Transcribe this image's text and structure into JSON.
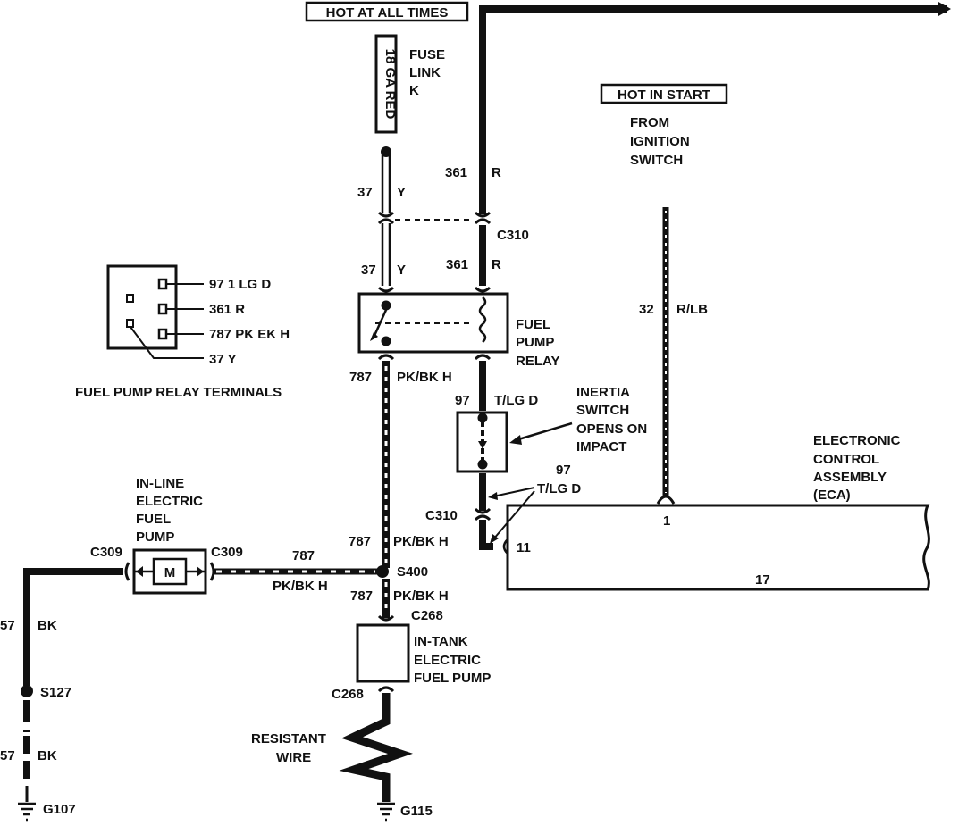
{
  "colors": {
    "ink": "#111111",
    "paper": "#ffffff"
  },
  "badges": {
    "hot_at_all_times": "HOT AT ALL TIMES",
    "hot_in_start": "HOT IN START"
  },
  "fuse": {
    "label_vertical": "18 GA RED",
    "name_line1": "FUSE",
    "name_line2": "LINK",
    "name_line3": "K"
  },
  "ignition": {
    "line1": "FROM",
    "line2": "IGNITION",
    "line3": "SWITCH"
  },
  "wires": {
    "w37_top_num": "37",
    "w37_top_color": "Y",
    "w361_top_num": "361",
    "w361_top_color": "R",
    "c310_top": "C310",
    "w37_mid_num": "37",
    "w37_mid_color": "Y",
    "w361_mid_num": "361",
    "w361_mid_color": "R",
    "w32_num": "32",
    "w32_color": "R/LB",
    "w787_top_num": "787",
    "w787_top_color": "PK/BK H",
    "w97_num": "97",
    "w97_color": "T/LG D",
    "w97_low_num": "97",
    "w97_low_color": "T/LG D",
    "c310_low": "C310",
    "w787_mid_num": "787",
    "w787_mid_color": "PK/BK H",
    "s400": "S400",
    "w787_low_num": "787",
    "w787_low_color": "PK/BK H",
    "c268_top": "C268",
    "c268_bottom": "C268",
    "w787_horiz_num": "787",
    "w787_horiz_color": "PK/BK H",
    "c309_left": "C309",
    "c309_right": "C309",
    "w57_top_num": "57",
    "w57_top_color": "BK",
    "s127": "S127",
    "w57_low_num": "57",
    "w57_low_color": "BK",
    "g107": "G107",
    "g115": "G115",
    "resistant_line1": "RESISTANT",
    "resistant_line2": "WIRE"
  },
  "relay": {
    "line1": "FUEL",
    "line2": "PUMP",
    "line3": "RELAY"
  },
  "inertia": {
    "line1": "INERTIA",
    "line2": "SWITCH",
    "line3": "OPENS ON",
    "line4": "IMPACT"
  },
  "relay_terminals": {
    "t1": "97 1 LG D",
    "t2": "361 R",
    "t3": "787 PK EK H",
    "t4": "37 Y",
    "caption": "FUEL PUMP RELAY TERMINALS"
  },
  "inline_pump": {
    "line1": "IN-LINE",
    "line2": "ELECTRIC",
    "line3": "FUEL",
    "line4": "PUMP",
    "motor_symbol": "M"
  },
  "intank_pump": {
    "line1": "IN-TANK",
    "line2": "ELECTRIC",
    "line3": "FUEL PUMP"
  },
  "eca": {
    "line1": "ELECTRONIC",
    "line2": "CONTROL",
    "line3": "ASSEMBLY",
    "line4": "(ECA)",
    "pin1": "1",
    "pin11": "11",
    "pin17": "17"
  }
}
